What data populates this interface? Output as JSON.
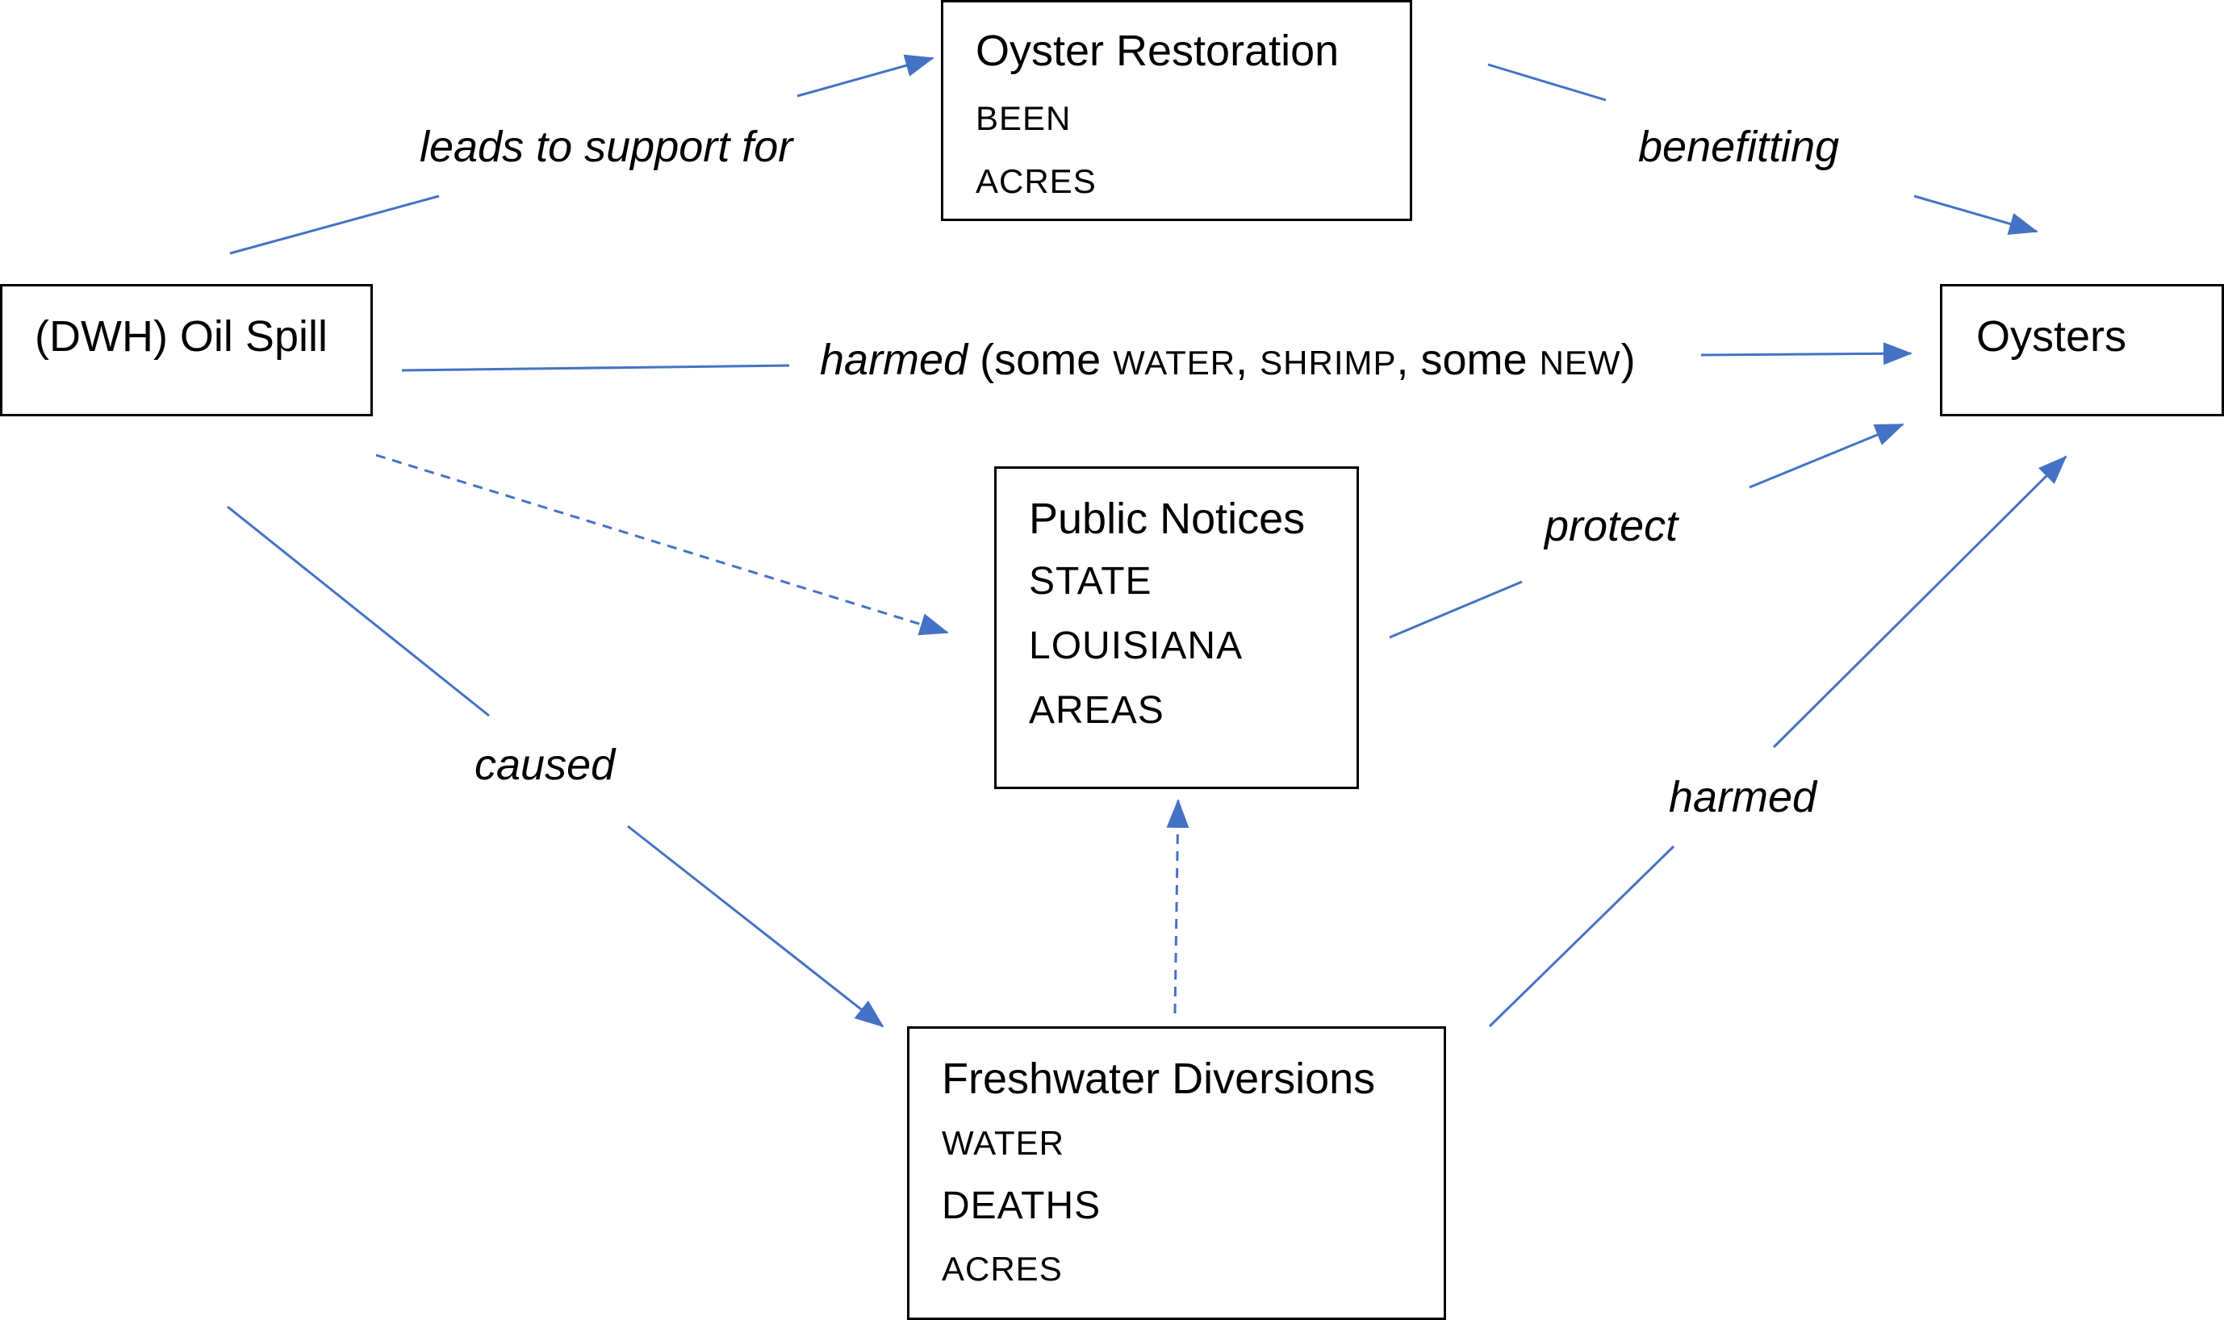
{
  "diagram": {
    "line_color": "#4472C4",
    "nodes": {
      "oil_spill": {
        "title": "(DWH) Oil Spill"
      },
      "oyster_restoration": {
        "title": "Oyster Restoration",
        "lines": [
          "BEEN",
          "ACRES"
        ]
      },
      "oysters": {
        "title": "Oysters"
      },
      "public_notices": {
        "title": "Public Notices",
        "lines": [
          "STATE",
          "LOUISIANA",
          "AREAS"
        ]
      },
      "freshwater_diversions": {
        "title": "Freshwater Diversions",
        "lines": [
          "WATER",
          "DEATHS",
          "ACRES"
        ]
      }
    },
    "edges": {
      "leads_to_support": "leads to support for",
      "benefitting": "benefitting",
      "harmed_main": {
        "verb": "harmed",
        "open": " (some ",
        "item1": "WATER",
        "sep1": ", ",
        "item2": "SHRIMP",
        "sep2": ", some ",
        "item3": "NEW",
        "close": ")"
      },
      "protect": "protect",
      "caused": "caused",
      "harmed_lower": "harmed"
    }
  }
}
